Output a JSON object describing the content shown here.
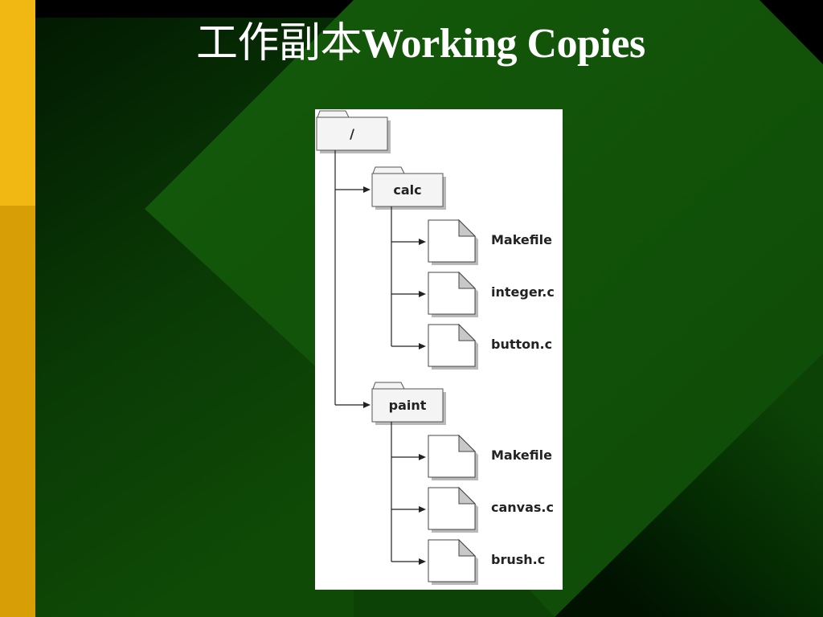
{
  "slide": {
    "title_cjk": "工作副本",
    "title_en": "Working Copies",
    "colors": {
      "background": "#0c4206",
      "background_dark": "#021a02",
      "accent_top": "#f1b814",
      "accent_bottom": "#d89e06",
      "title_text": "#ffffff"
    }
  },
  "tree": {
    "root": {
      "name": "/",
      "icon": "folder-icon"
    },
    "folders": [
      {
        "name": "calc",
        "icon": "folder-icon",
        "files": [
          {
            "name": "Makefile",
            "icon": "file-icon"
          },
          {
            "name": "integer.c",
            "icon": "file-icon"
          },
          {
            "name": "button.c",
            "icon": "file-icon"
          }
        ]
      },
      {
        "name": "paint",
        "icon": "folder-icon",
        "files": [
          {
            "name": "Makefile",
            "icon": "file-icon"
          },
          {
            "name": "canvas.c",
            "icon": "file-icon"
          },
          {
            "name": "brush.c",
            "icon": "file-icon"
          }
        ]
      }
    ]
  }
}
